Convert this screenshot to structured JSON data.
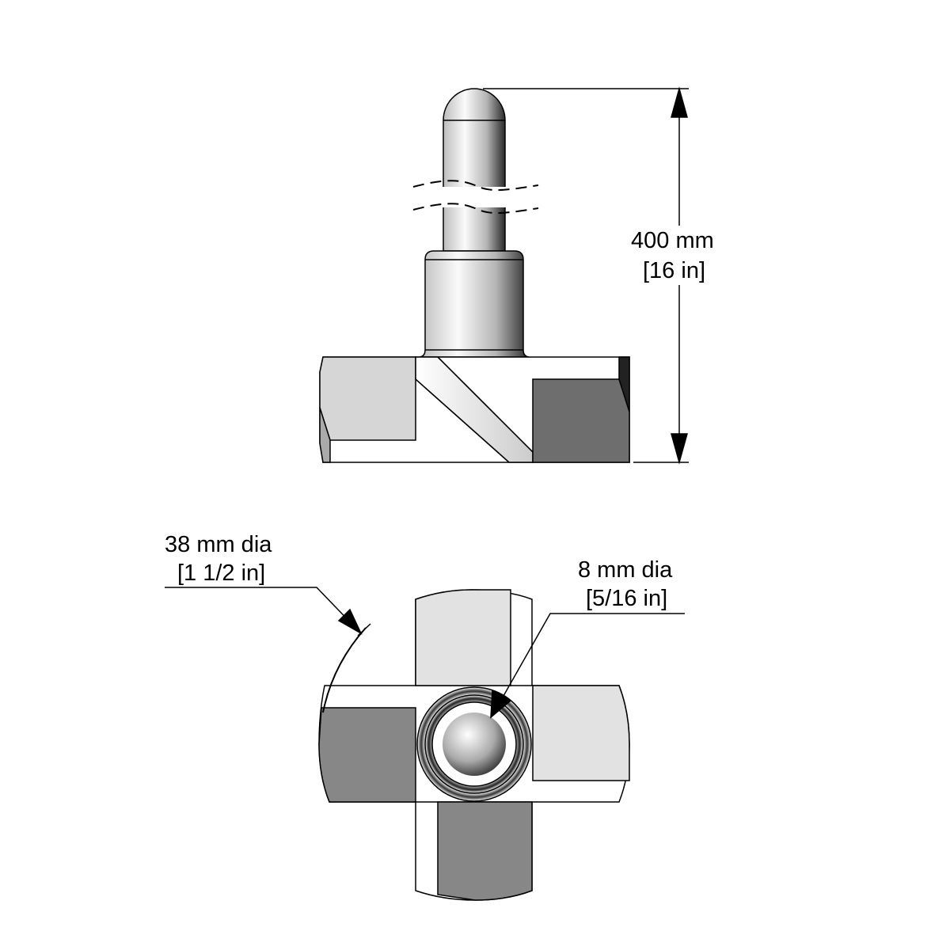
{
  "height_dimension": {
    "metric": "400 mm",
    "imperial": "[16 in]"
  },
  "outer_diameter_dimension": {
    "metric": "38 mm dia",
    "imperial": "[1 1/2 in]"
  },
  "pin_diameter_dimension": {
    "metric": "8 mm dia",
    "imperial": "[5/16 in]"
  },
  "colors": {
    "light_face": "#e2e2e2",
    "dark_face": "#6e6e6e",
    "bottom_dark_face": "#878787",
    "line": "#000000"
  }
}
